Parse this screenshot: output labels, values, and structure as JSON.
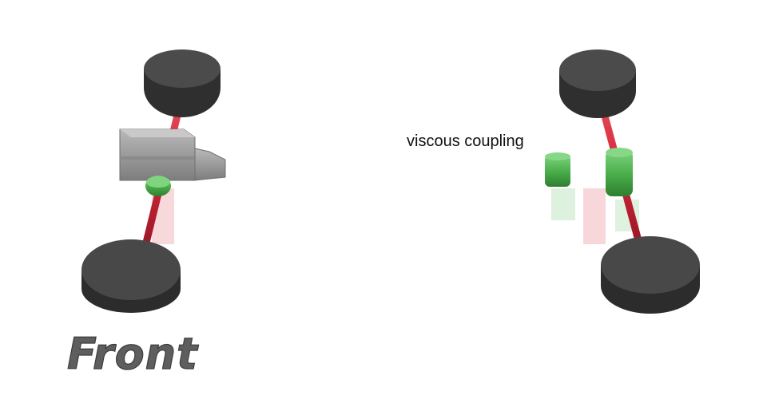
{
  "labels": {
    "coupling": "viscous coupling",
    "front": "Front"
  },
  "components": {
    "wheels": [
      "front-left",
      "front-right",
      "rear-left",
      "rear-right"
    ],
    "gearbox": "gearbox",
    "front_differential": "front-differential",
    "viscous_coupling": "viscous-coupling",
    "rear_differential": "rear-differential",
    "propeller_shaft": "propeller-shaft"
  },
  "colors": {
    "shaft": "#d42a3a",
    "tire": "#3a3a3a",
    "tire_top": "#4d4d4d",
    "coupling": "#4cb04c",
    "gearbox": "#9a9a9a",
    "text": "#111111",
    "front_text": "#5e5e5e"
  }
}
